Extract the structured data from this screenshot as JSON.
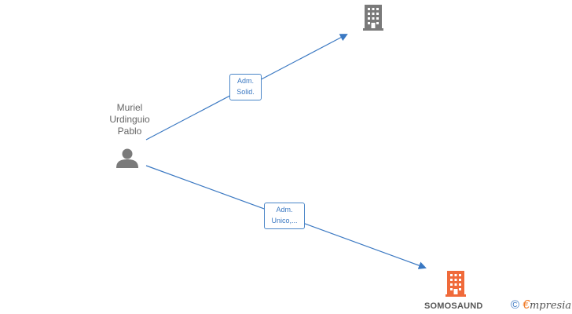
{
  "person": {
    "name_lines": [
      "Muriel",
      "Urdinguio",
      "Pablo"
    ],
    "icon": "person-icon",
    "color": "#7a7a7a"
  },
  "companies": [
    {
      "name": "",
      "icon": "building-icon",
      "color": "#7a7a7a"
    },
    {
      "name": "SOMOSAUND",
      "icon": "building-icon",
      "color": "#f06a3a"
    }
  ],
  "edges": [
    {
      "label_lines": [
        "Adm.",
        "Solid."
      ],
      "color": "#3a78c2"
    },
    {
      "label_lines": [
        "Adm.",
        "Unico,..."
      ],
      "color": "#3a78c2"
    }
  ],
  "watermark": {
    "symbol": "©",
    "brand_first": "€",
    "brand_rest": "mpresia",
    "accent": "#f07a26"
  }
}
